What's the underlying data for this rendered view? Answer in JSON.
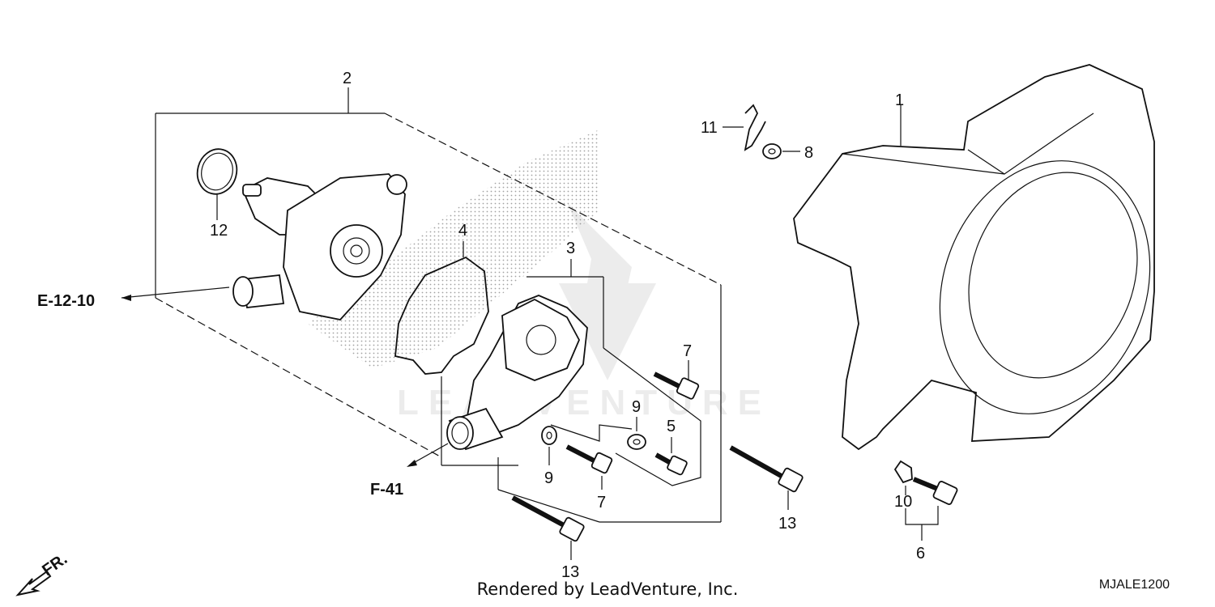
{
  "diagram": {
    "callouts": {
      "c1": "1",
      "c2": "2",
      "c3": "3",
      "c4": "4",
      "c5": "5",
      "c6": "6",
      "c7a": "7",
      "c7b": "7",
      "c8": "8",
      "c9a": "9",
      "c9b": "9",
      "c10": "10",
      "c11": "11",
      "c12": "12",
      "c13a": "13",
      "c13b": "13"
    },
    "references": {
      "ref_e": "E-12-10",
      "ref_f": "F-41"
    },
    "direction_label": "FR.",
    "watermark": "LEADVENTURE"
  },
  "footer": {
    "rendered_by": "Rendered by LeadVenture, Inc.",
    "diagram_code": "MJALE1200"
  }
}
